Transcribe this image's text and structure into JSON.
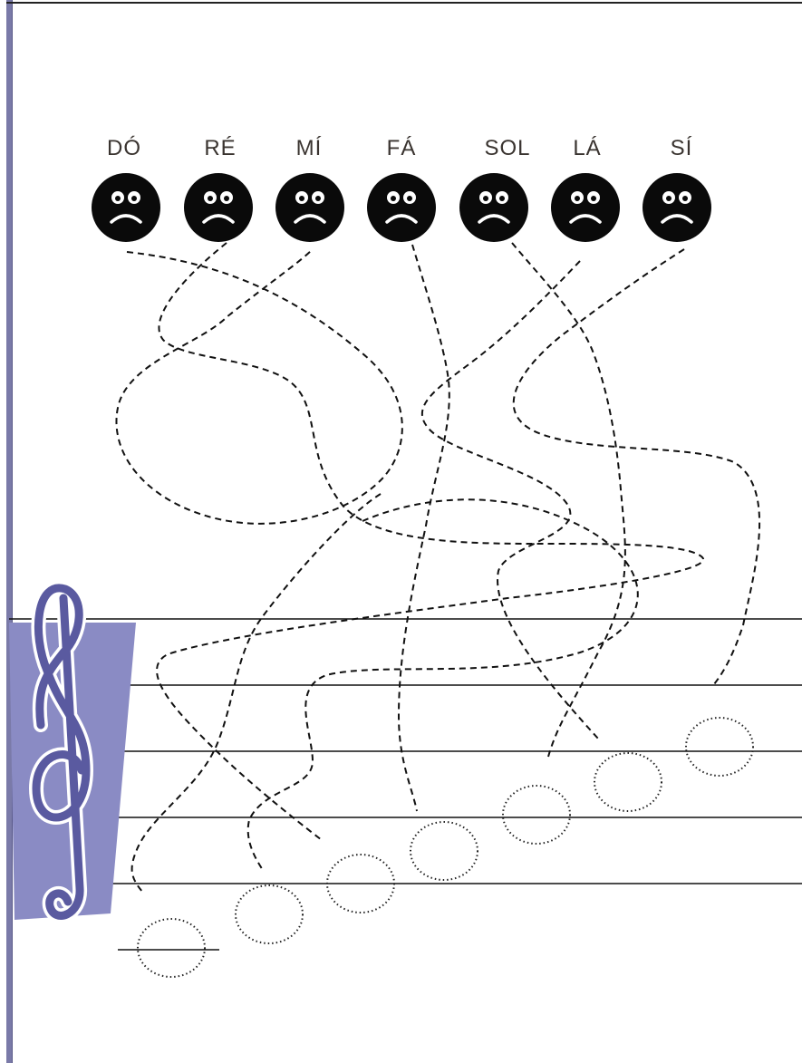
{
  "worksheet": {
    "notes": [
      {
        "label": "DÓ",
        "face": "sad-face-icon"
      },
      {
        "label": "RÉ",
        "face": "sad-face-icon"
      },
      {
        "label": "MÍ",
        "face": "sad-face-icon"
      },
      {
        "label": "FÁ",
        "face": "sad-face-icon"
      },
      {
        "label": "SOL",
        "face": "sad-face-icon"
      },
      {
        "label": "LÁ",
        "face": "sad-face-icon"
      },
      {
        "label": "SÍ",
        "face": "sad-face-icon"
      }
    ],
    "clef": "treble-clef-icon",
    "colors": {
      "clef_panel": "#8a8bc4",
      "clef": "#5a5aa0",
      "ink": "#111111"
    }
  }
}
